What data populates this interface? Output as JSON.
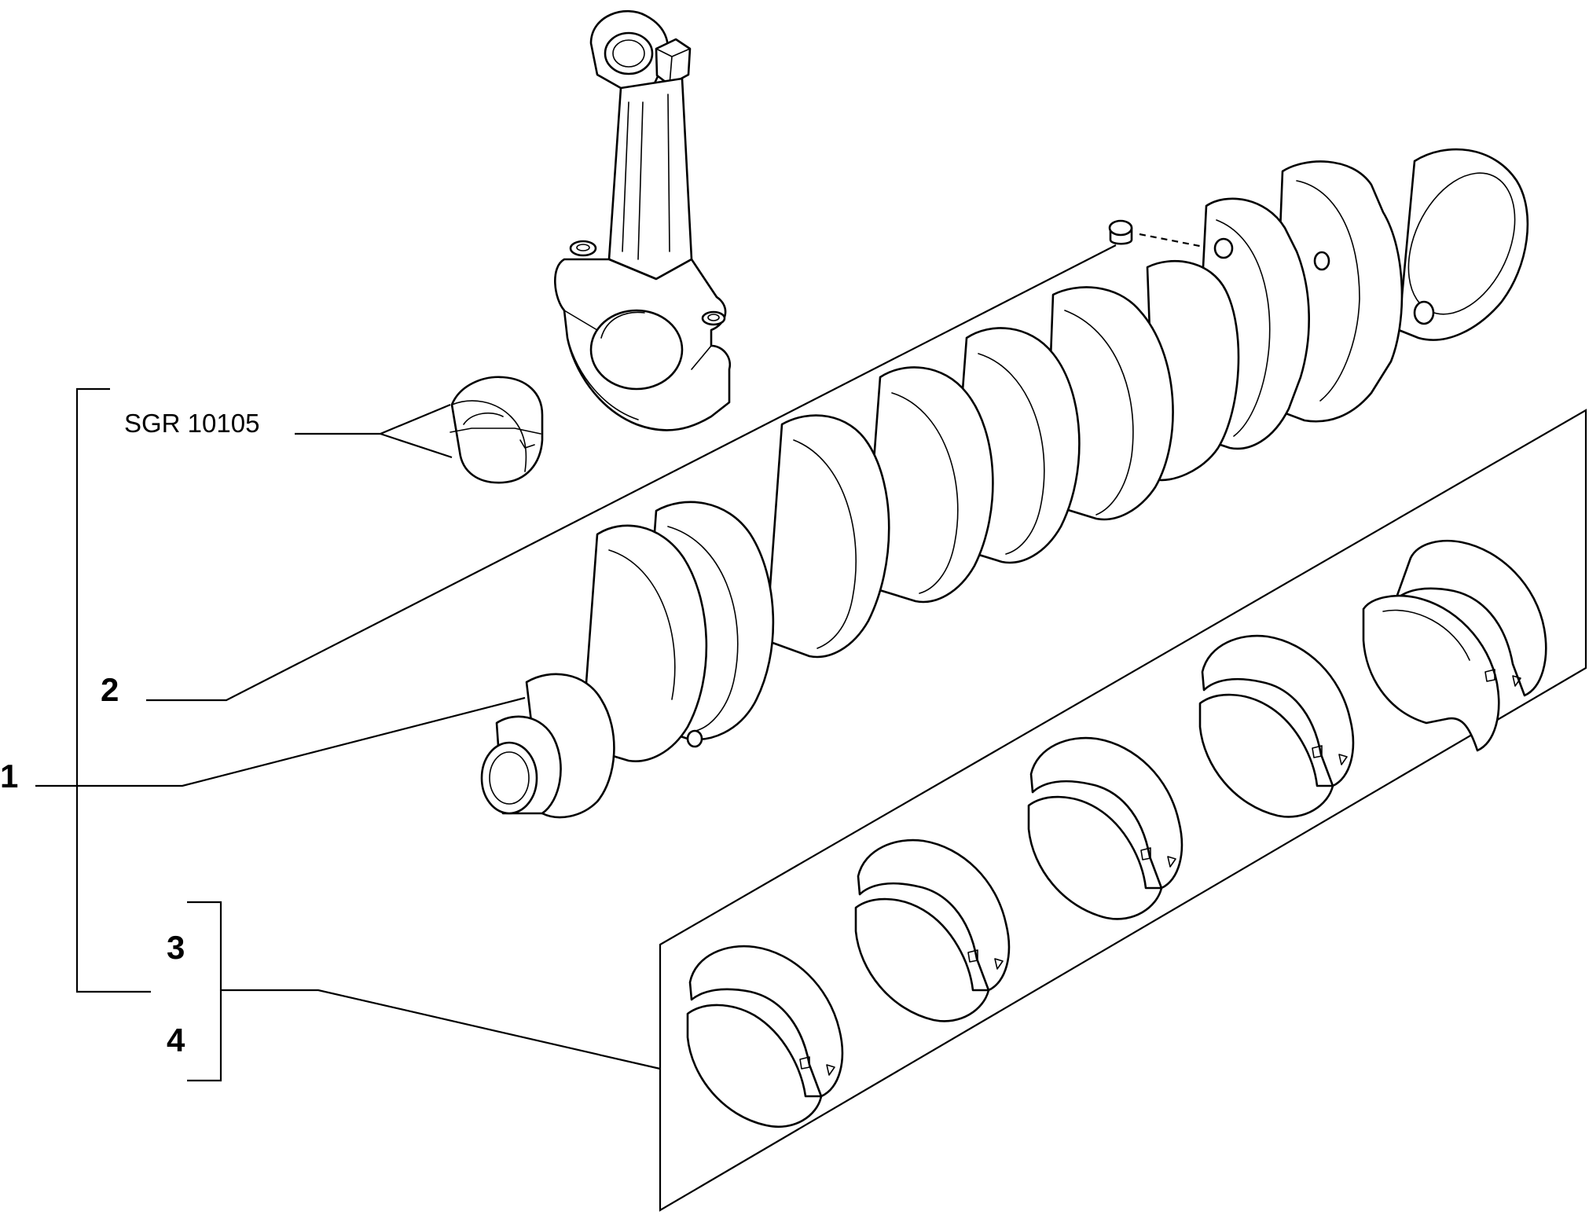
{
  "diagram": {
    "callouts": {
      "ref_code": "SGR 10105",
      "item_1": "1",
      "item_2": "2",
      "item_3": "3",
      "item_4": "4"
    }
  }
}
